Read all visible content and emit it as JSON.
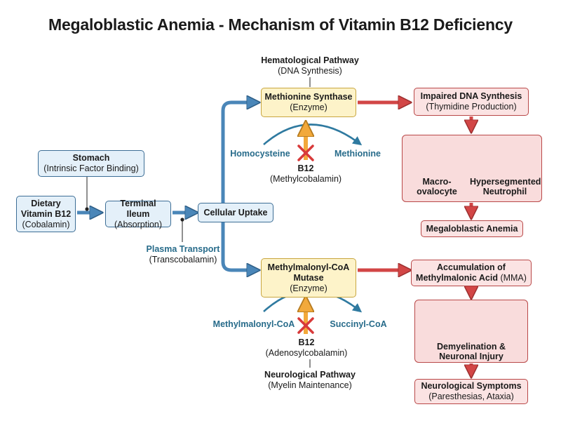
{
  "title": "Megaloblastic Anemia - Mechanism of Vitamin B12 Deficiency",
  "absorption": {
    "stomach": {
      "name": "Stomach",
      "detail": "(Intrinsic Factor Binding)"
    },
    "dietary": {
      "line1": "Dietary",
      "line2": "Vitamin B12",
      "detail": "(Cobalamin)"
    },
    "ileum": {
      "name": "Terminal Ileum",
      "detail": "(Absorption)"
    },
    "uptake": {
      "name": "Cellular Uptake"
    },
    "plasma": {
      "name": "Plasma Transport",
      "detail": "(Transcobalamin)"
    }
  },
  "hematological": {
    "pathway": {
      "name": "Hematological Pathway",
      "detail": "(DNA Synthesis)"
    },
    "enzyme": {
      "name": "Methionine Synthase",
      "detail": "(Enzyme)"
    },
    "substrate": "Homocysteine",
    "product": "Methionine",
    "cofactor": {
      "name": "B12",
      "detail": "(Methylcobalamin)"
    },
    "impaired": {
      "name": "Impaired DNA Synthesis",
      "detail": "(Thymidine Production)"
    },
    "cell1": {
      "line1": "Macro-",
      "line2": "ovalocyte"
    },
    "cell2": {
      "line1": "Hypersegmented",
      "line2": "Neutrophil"
    },
    "outcome": "Megaloblastic Anemia"
  },
  "neurological": {
    "enzyme": {
      "line1": "Methylmalonyl-CoA",
      "line2": "Mutase",
      "detail": "(Enzyme)"
    },
    "substrate": "Methylmalonyl-CoA",
    "product": "Succinyl-CoA",
    "cofactor": {
      "name": "B12",
      "detail": "(Adenosylcobalamin)"
    },
    "pathway": {
      "name": "Neurological Pathway",
      "detail": "(Myelin Maintenance)"
    },
    "accumulation": {
      "line1": "Accumulation of",
      "line2": "Methylmalonic Acid",
      "line2_suffix": " (MMA)"
    },
    "injury": {
      "line1": "Demyelination &",
      "line2": "Neuronal Injury"
    },
    "symptoms": {
      "name": "Neurological Symptoms",
      "detail": "(Paresthesias, Ataxia)"
    }
  },
  "colors": {
    "blue_arrow": "#4a86b8",
    "red_arrow": "#d24646",
    "orange_arrow": "#f2a93b",
    "teal_arrow": "#2f7aa0",
    "inhibit_x": "#d83a3a"
  }
}
